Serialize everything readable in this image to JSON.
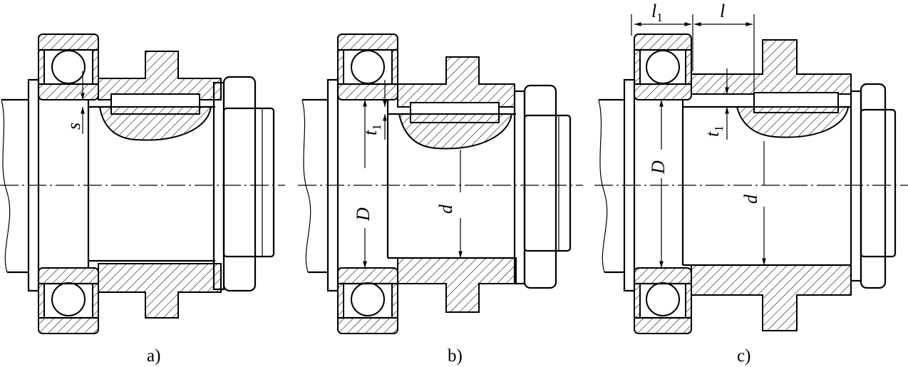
{
  "captions": {
    "a": "a)",
    "b": "b)",
    "c": "c)"
  },
  "labels": {
    "s": "s",
    "t": "t",
    "one": "1",
    "D": "D",
    "d": "d",
    "l": "l"
  }
}
